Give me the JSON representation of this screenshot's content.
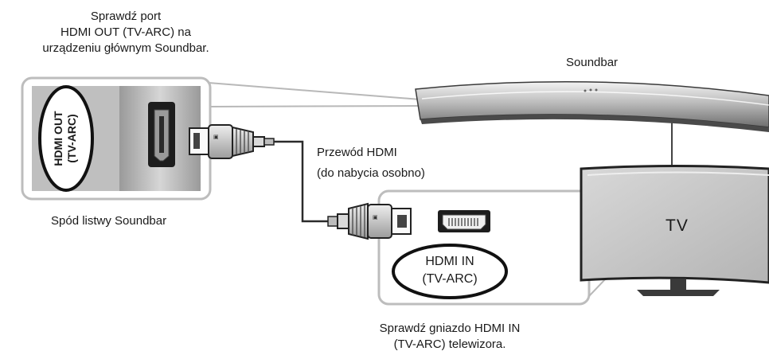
{
  "labels": {
    "check_port_line1": "Sprawdź port",
    "check_port_line2": "HDMI OUT (TV-ARC) na",
    "check_port_line3": "urządzeniu głównym Soundbar.",
    "soundbar": "Soundbar",
    "bottom_of_soundbar": "Spód listwy Soundbar",
    "cable_line1": "Przewód HDMI",
    "cable_line2": "(do nabycia osobno)",
    "tv": "TV",
    "hdmi_in_line1": "HDMI IN",
    "hdmi_in_line2": "(TV-ARC)",
    "check_jack_line1": "Sprawdź gniazdo HDMI IN",
    "check_jack_line2": "(TV-ARC) telewizora.",
    "hdmi_out_line1": "HDMI OUT",
    "hdmi_out_line2": "(TV-ARC)"
  }
}
